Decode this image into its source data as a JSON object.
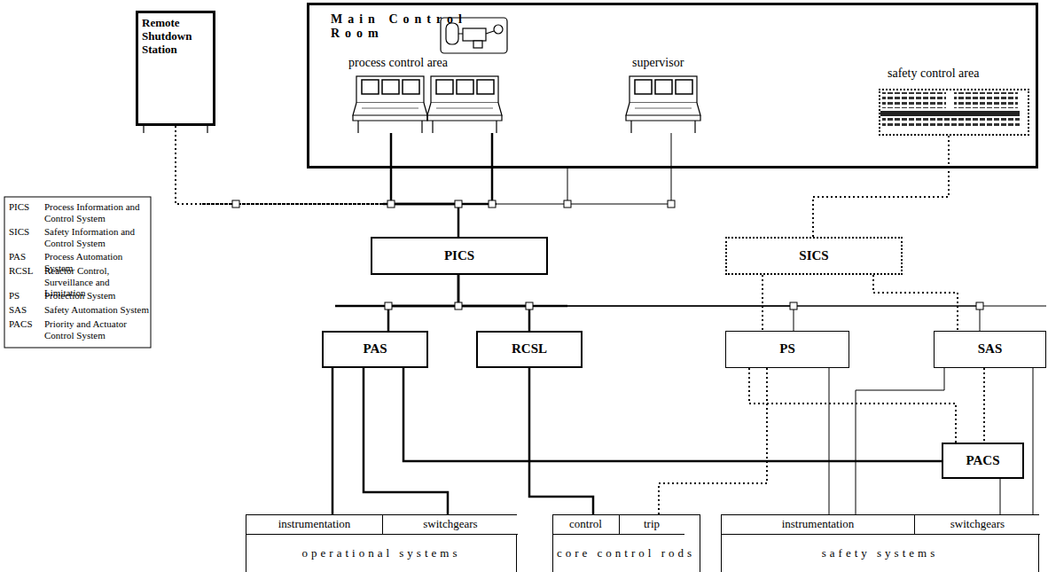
{
  "diagram": {
    "nodes": [
      {
        "text": [
          "Remote Shutdown Station"
        ]
      },
      {
        "text": [
          "Main Control Room"
        ]
      },
      {
        "text": [
          "safety control area"
        ],
        "in": 1
      },
      {
        "text": [
          "PICS"
        ]
      },
      {
        "text": [
          "SICS"
        ]
      },
      {
        "text": [
          "PAS"
        ]
      },
      {
        "text": [
          "RCSL"
        ]
      },
      {
        "text": [
          "PS"
        ]
      },
      {
        "text": [
          "SAS"
        ]
      },
      {
        "text": [
          "PACS"
        ]
      },
      {
        "text": [
          "operational systems"
        ]
      },
      {
        "text": [
          "instrumentation"
        ],
        "in": 10
      },
      {
        "text": [
          "switchgears"
        ],
        "in": 10
      },
      {
        "text": [
          "core control rods"
        ]
      },
      {
        "text": [
          "control"
        ],
        "in": 13
      },
      {
        "text": [
          "trip"
        ],
        "in": 13
      },
      {
        "text": [
          "safety systems"
        ]
      },
      {
        "text": [
          "instrumentation"
        ],
        "in": 16
      },
      {
        "text": [
          "switchgears"
        ],
        "in": 16
      }
    ],
    "edges": [
      {
        "from": 0,
        "to": 3,
        "arrow": "none"
      },
      {
        "from": 1,
        "to": 3,
        "arrow": "none"
      },
      {
        "from": 2,
        "to": 4,
        "arrow": "none"
      },
      {
        "from": 3,
        "to": 5,
        "arrow": "none"
      },
      {
        "from": 3,
        "to": 6,
        "arrow": "none"
      },
      {
        "from": 3,
        "to": 7,
        "arrow": "none"
      },
      {
        "from": 3,
        "to": 8,
        "arrow": "none"
      },
      {
        "from": 4,
        "to": 7,
        "arrow": "none"
      },
      {
        "from": 4,
        "to": 8,
        "arrow": "none"
      },
      {
        "from": 5,
        "to": 11,
        "arrow": "none"
      },
      {
        "from": 5,
        "to": 12,
        "arrow": "none"
      },
      {
        "from": 5,
        "to": 9,
        "arrow": "none"
      },
      {
        "from": 6,
        "to": 14,
        "arrow": "none"
      },
      {
        "from": 7,
        "to": 15,
        "arrow": "none"
      },
      {
        "from": 7,
        "to": 9,
        "arrow": "none"
      },
      {
        "from": 7,
        "to": 17,
        "arrow": "none"
      },
      {
        "from": 8,
        "to": 17,
        "arrow": "none"
      },
      {
        "from": 8,
        "to": 9,
        "arrow": "none"
      },
      {
        "from": 8,
        "to": 18,
        "arrow": "none"
      },
      {
        "from": 9,
        "to": 18,
        "arrow": "none"
      }
    ],
    "labels": [
      "process control area",
      "supervisor",
      "PICS",
      "Process Information and Control System",
      "SICS",
      "Safety Information and Control System",
      "PAS",
      "Process Automation System",
      "RCSL",
      "Reactor Control, Surveillance and Limitation",
      "PS",
      "Protection System",
      "SAS",
      "Safety Automation System",
      "PACS",
      "Priority and Actuator Control System"
    ]
  }
}
